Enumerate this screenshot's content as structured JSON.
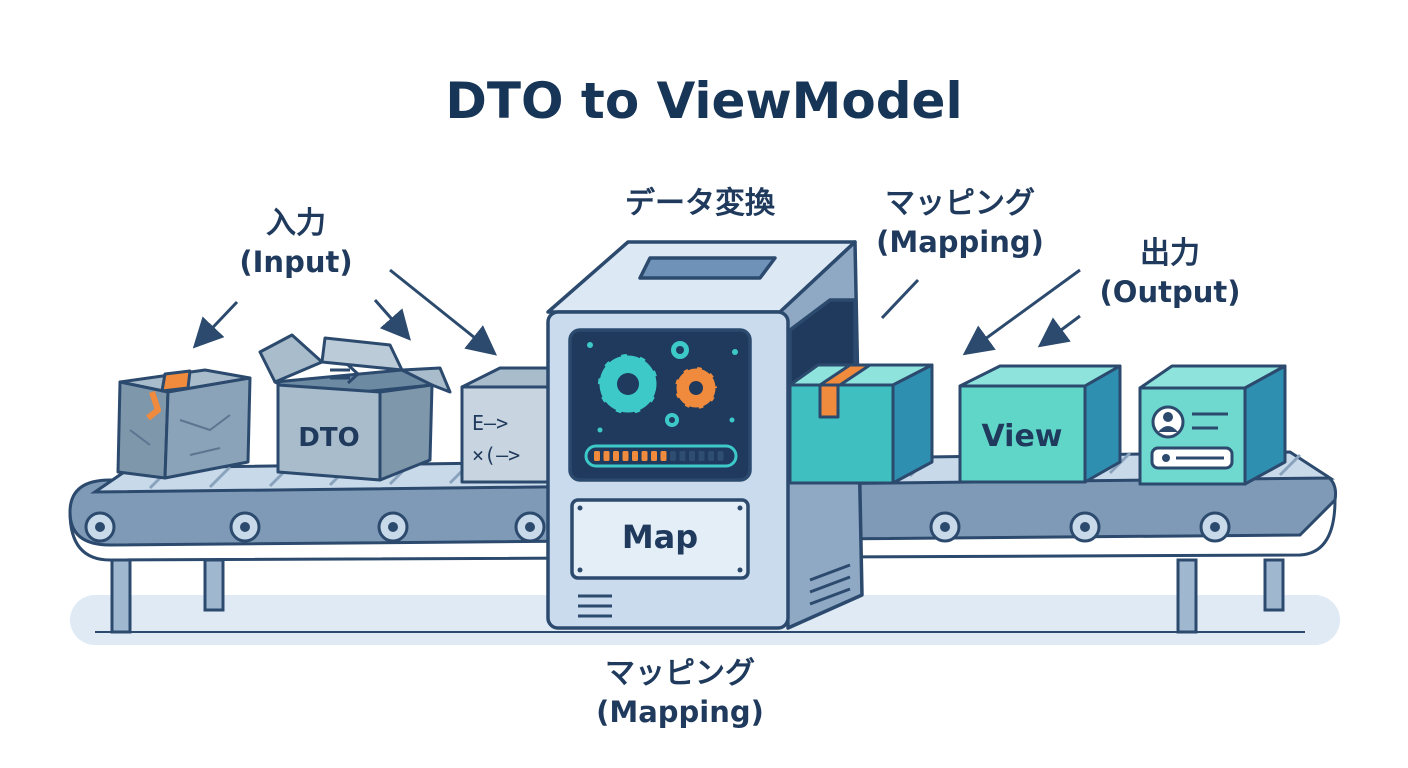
{
  "title": "DTO to ViewModel",
  "labels": {
    "input": {
      "jp": "入力",
      "en": "(Input)"
    },
    "transform": {
      "jp": "データ変換"
    },
    "mapping_top": {
      "jp": "マッピング",
      "en": "(Mapping)"
    },
    "output": {
      "jp": "出力",
      "en": "(Output)"
    },
    "mapping_bottom": {
      "jp": "マッピング",
      "en": "(Mapping)"
    }
  },
  "boxes": {
    "dto": "DTO",
    "code_line1": "E—>",
    "code_line2": "×(—>",
    "view": "View"
  },
  "machine": {
    "plate": "Map",
    "progress": 0.6
  },
  "colors": {
    "navy": "#1f3a5c",
    "outline": "#2c4a6e",
    "gray_box": "#8fa3b5",
    "teal_box": "#3fbfbf",
    "mint_box": "#5fd6c8",
    "machine_body": "#c9dbec",
    "accent_orange": "#f08a3c",
    "accent_teal": "#3ec9c9"
  }
}
